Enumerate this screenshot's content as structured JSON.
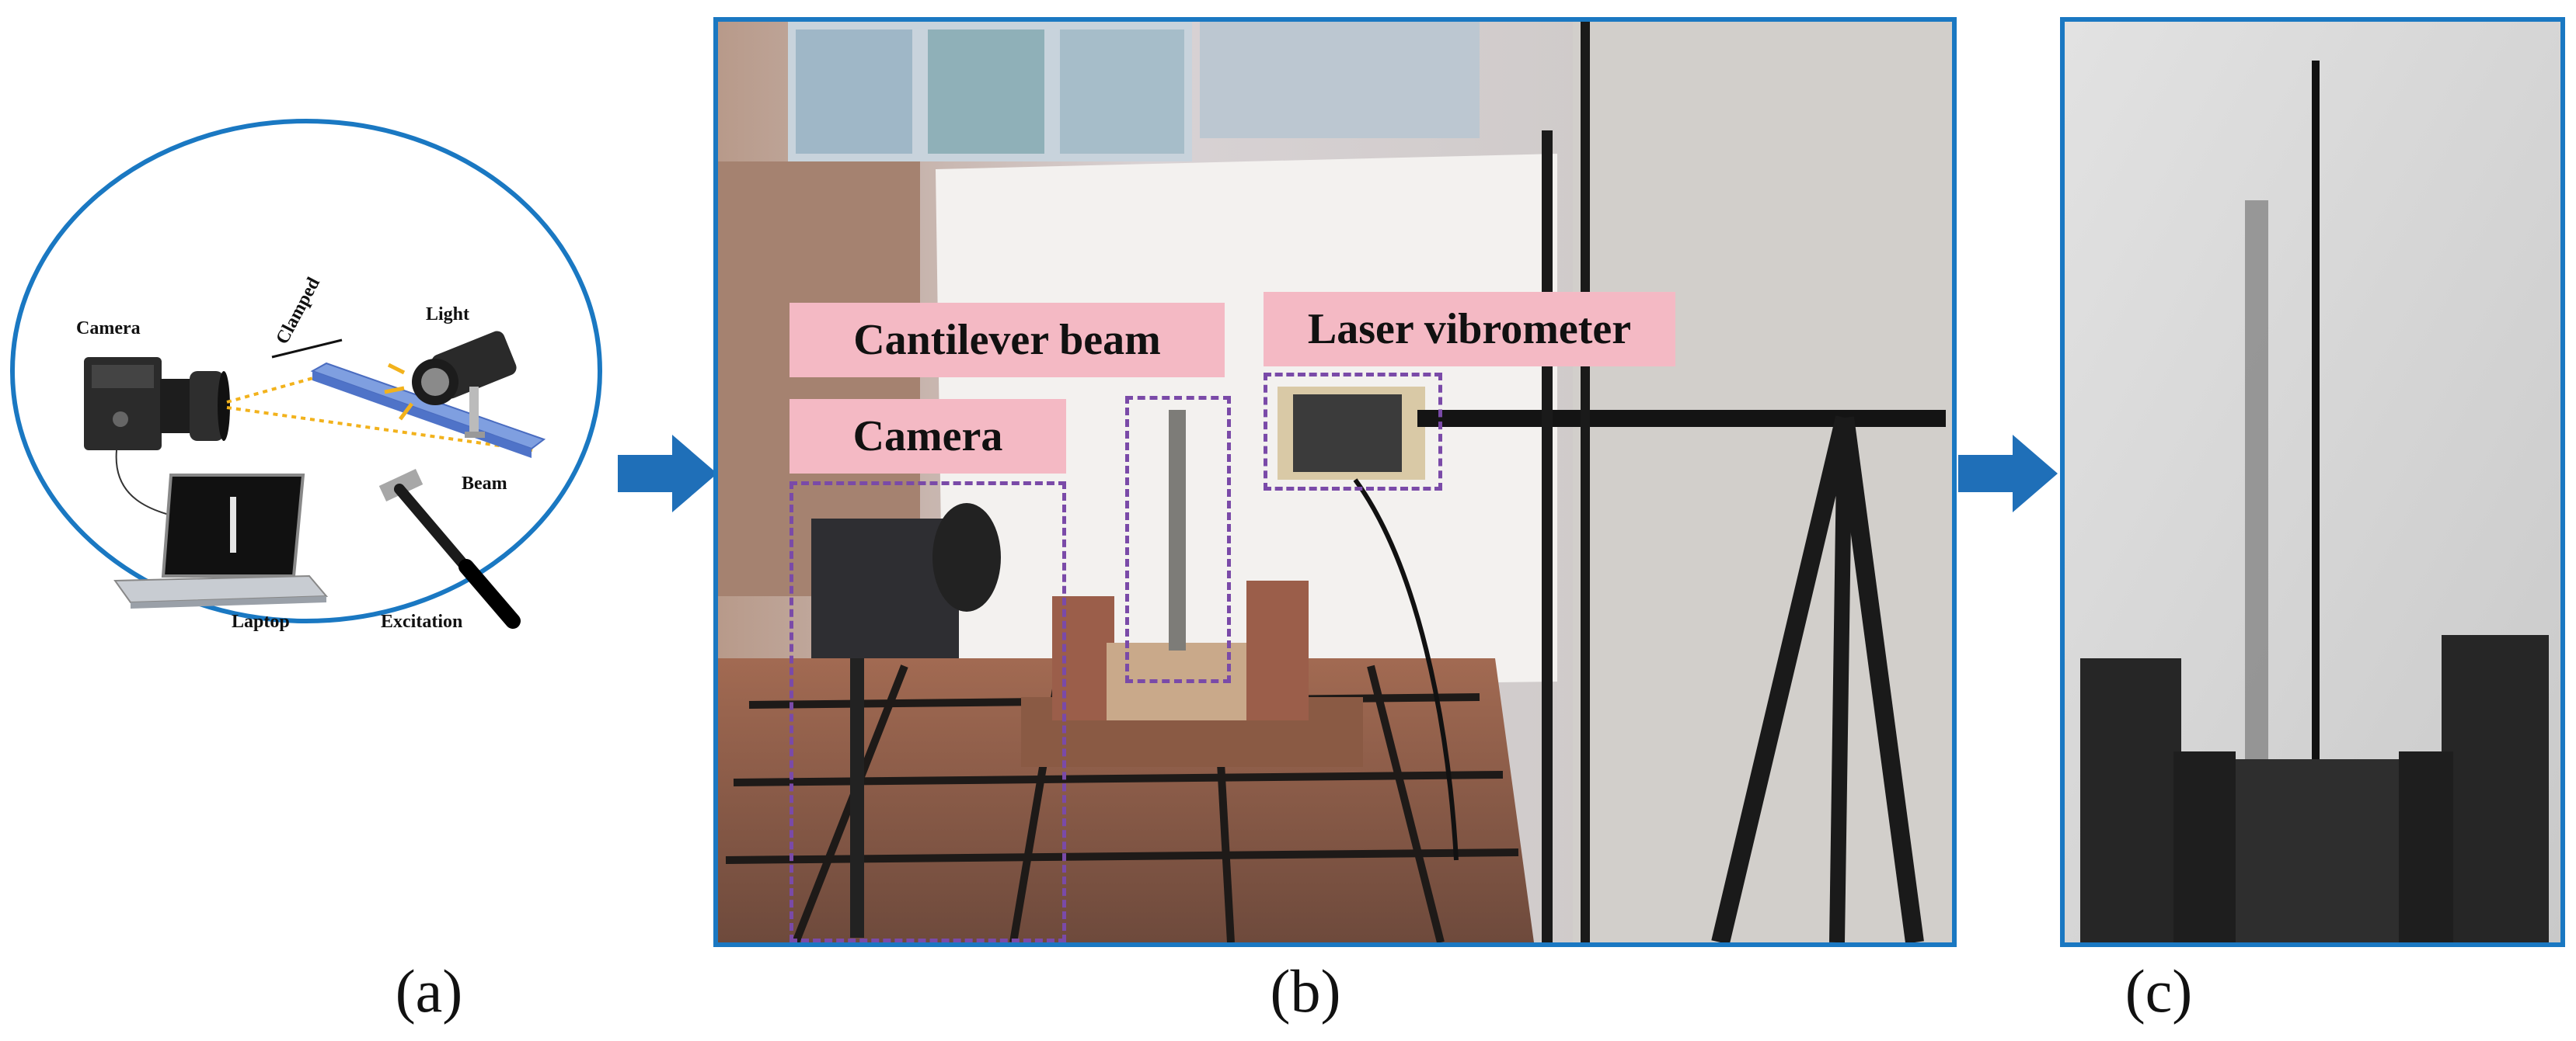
{
  "panels": {
    "a": {
      "label": "(a)",
      "schematic": {
        "camera": "Camera",
        "clamped": "Clamped",
        "light": "Light",
        "beam": "Beam",
        "laptop": "Laptop",
        "excitation": "Excitation"
      }
    },
    "b": {
      "label": "(b)",
      "tags": {
        "cantilever": "Cantilever beam",
        "laser": "Laser vibrometer",
        "camera": "Camera"
      }
    },
    "c": {
      "label": "(c)"
    }
  },
  "colors": {
    "frame": "#1a78c2",
    "arrow": "#1f6fb8",
    "tag": "#f4b9c4",
    "dash": "#7a4aa8"
  }
}
